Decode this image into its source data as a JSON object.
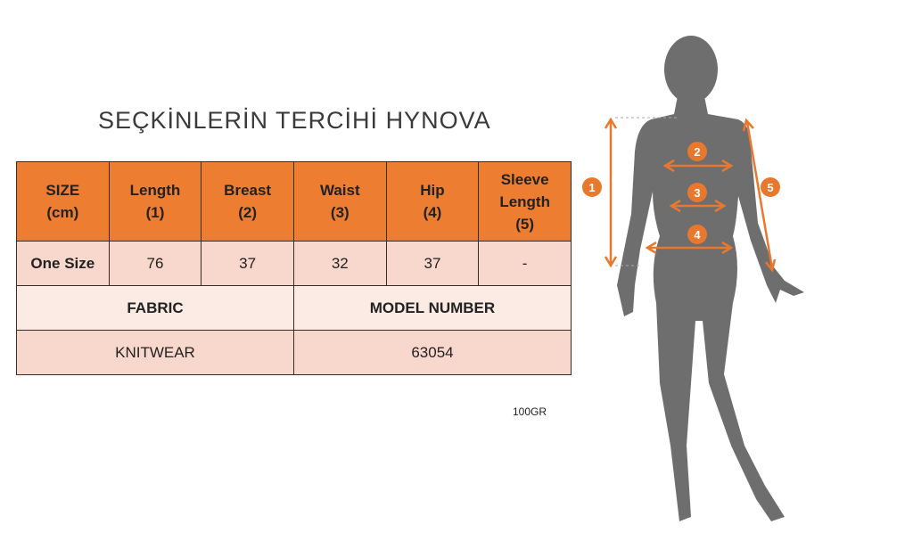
{
  "table": {
    "headers": [
      [
        "SIZE",
        "(cm)"
      ],
      [
        "Length",
        "(1)"
      ],
      [
        "Breast",
        "(2)"
      ],
      [
        "Waist",
        "(3)"
      ],
      [
        "Hip",
        "(4)"
      ],
      [
        "Sleeve",
        "Length",
        "(5)"
      ]
    ],
    "row": [
      "One Size",
      "76",
      "37",
      "32",
      "37",
      "-"
    ],
    "fabric_label": "FABRIC",
    "model_label": "MODEL NUMBER",
    "fabric_value": "KNITWEAR",
    "model_value": "63054"
  },
  "weight": "100GR",
  "watermark": "SEÇKİNLERİN TERCİHİ HYNOVA",
  "markers": [
    "1",
    "2",
    "3",
    "4",
    "5"
  ],
  "colors": {
    "accent": "#ED7D31",
    "silhouette": "#6E6E6E"
  }
}
